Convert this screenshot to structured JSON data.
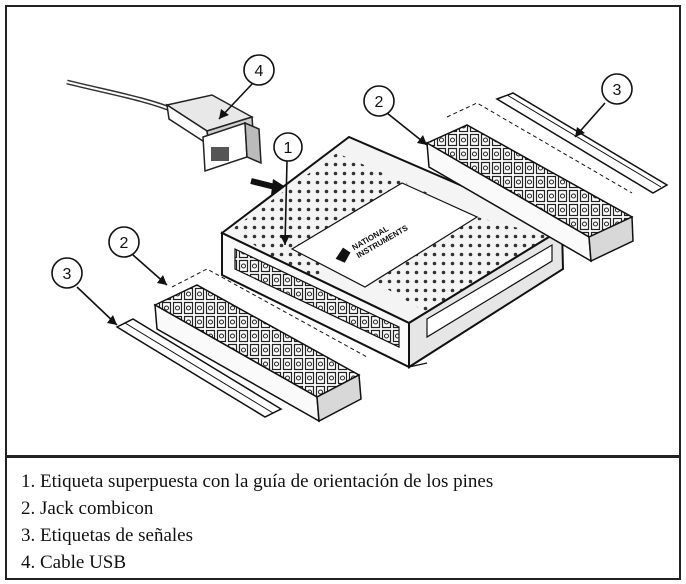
{
  "figure": {
    "callouts": [
      "1",
      "2",
      "3",
      "4"
    ],
    "logo_line1": "NATIONAL",
    "logo_line2": "INSTRUMENTS"
  },
  "legend": {
    "items": [
      "1. Etiqueta superpuesta con la guía de orientación de los pines",
      "2. Jack combicon",
      "3. Etiquetas de señales",
      "4. Cable USB"
    ]
  }
}
